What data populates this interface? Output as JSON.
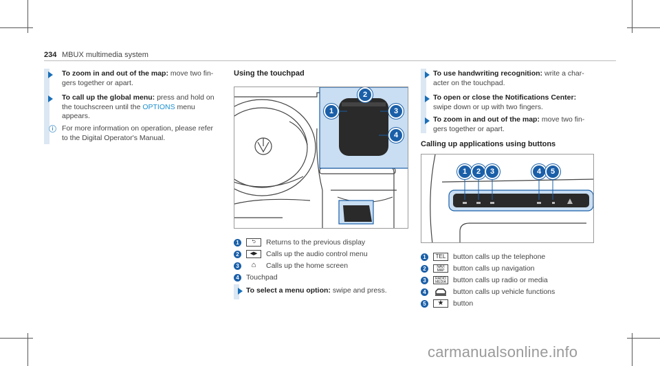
{
  "header": {
    "page_number": "234",
    "title": "MBUX multimedia system"
  },
  "left": {
    "items": [
      {
        "bold": "To zoom in and out of the map:",
        "text": " move two fin-gers together or apart."
      },
      {
        "bold": "To call up the global menu:",
        "text": " press and hold on the touchscreen until the ",
        "link": "OPTIONS",
        "text2": " menu appears."
      }
    ],
    "info": "For more information on operation, please refer to the Digital Operator's Manual."
  },
  "middle": {
    "heading": "Using the touchpad",
    "legend": [
      {
        "n": "1",
        "text": "Returns to the previous display"
      },
      {
        "n": "2",
        "text": "Calls up the audio control menu"
      },
      {
        "n": "3",
        "text": "Calls up the home screen"
      },
      {
        "n": "4",
        "text": "Touchpad"
      }
    ],
    "action": {
      "bold": "To select a menu option:",
      "text": " swipe and press."
    }
  },
  "right": {
    "items": [
      {
        "bold": "To use handwriting recognition:",
        "text": " write a char-acter on the touchpad."
      },
      {
        "bold": "To open or close the Notifications Center:",
        "text": " swipe down or up with two fingers."
      },
      {
        "bold": "To zoom in and out of the map:",
        "text": " move two fin-gers together or apart."
      }
    ],
    "heading": "Calling up applications using buttons",
    "legend": [
      {
        "n": "1",
        "sym": "TEL",
        "text": "button calls up the telephone"
      },
      {
        "n": "2",
        "sym": "NAVI MAP",
        "text": "button calls up navigation"
      },
      {
        "n": "3",
        "sym": "RADIO MEDIA",
        "text": "button calls up radio or media"
      },
      {
        "n": "4",
        "sym": "car",
        "text": "button calls up vehicle functions"
      },
      {
        "n": "5",
        "sym": "★",
        "text": "button"
      }
    ]
  },
  "footer": {
    "watermark": "carmanualsonline.info"
  },
  "colors": {
    "accent": "#1a5fa8",
    "highlight": "#c9def2",
    "link": "#1a8fd0"
  }
}
